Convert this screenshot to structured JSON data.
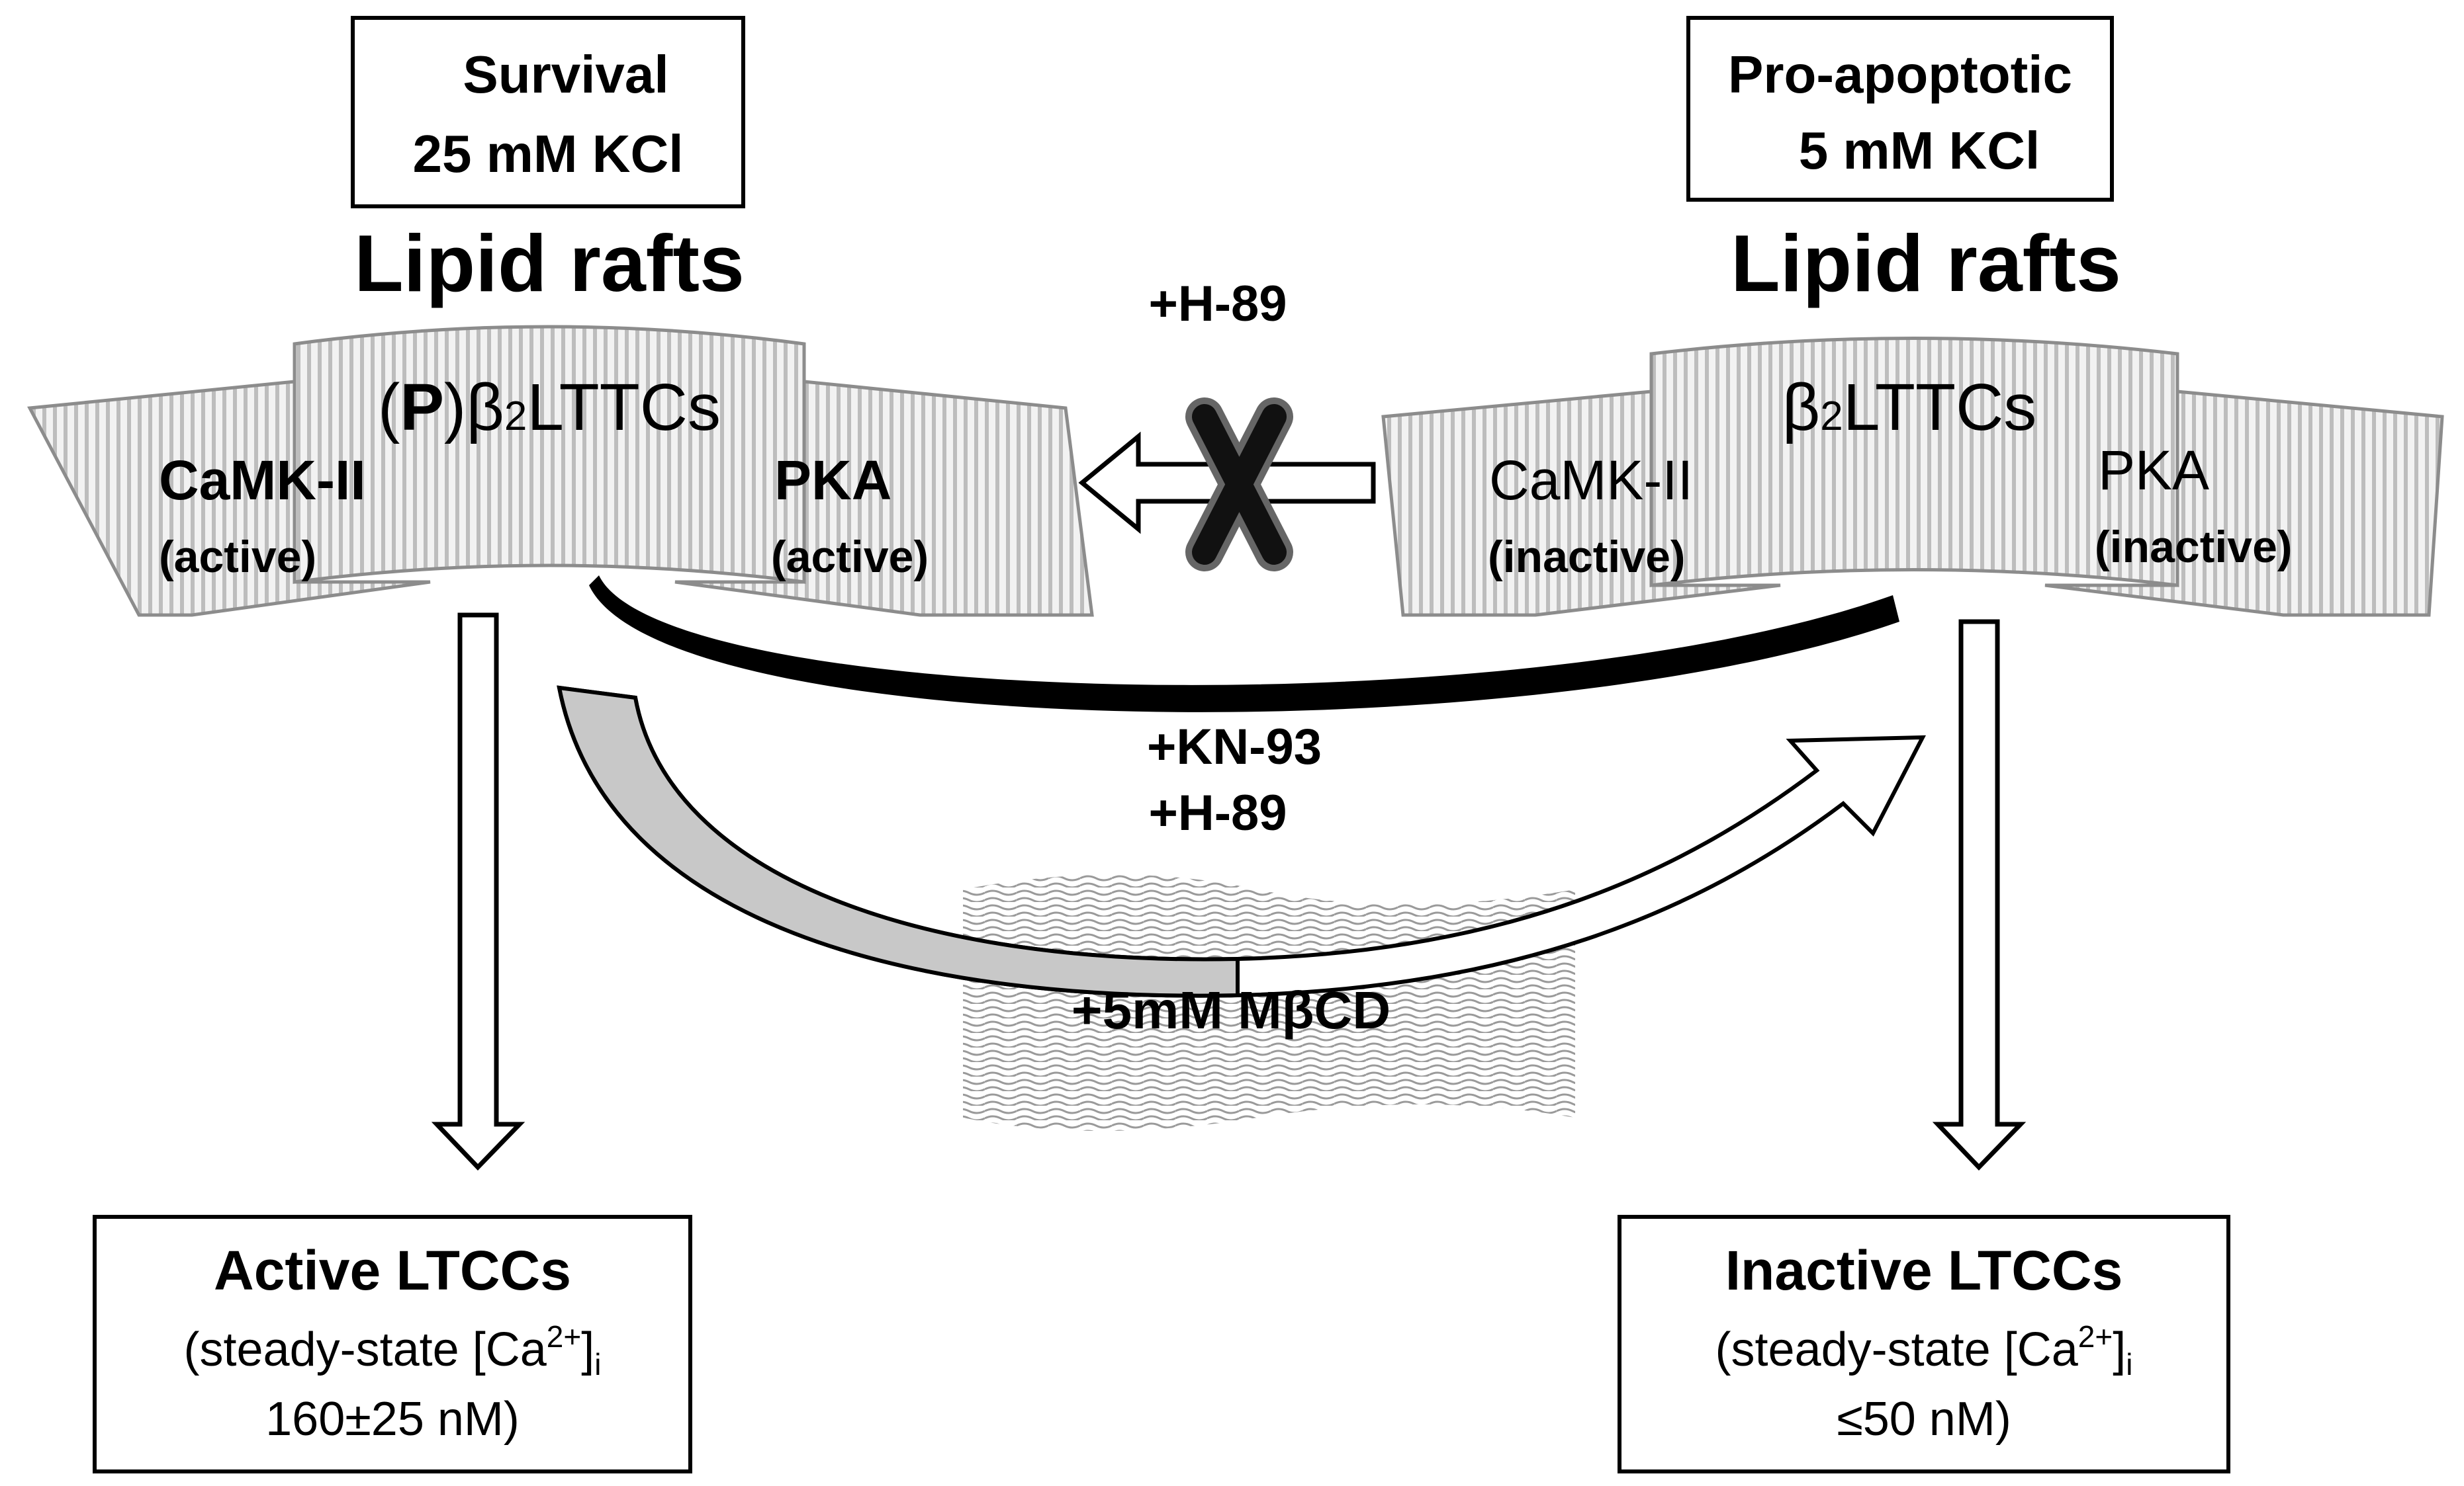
{
  "left_condition": {
    "line1": "Survival",
    "line2": "25 mM KCl"
  },
  "right_condition": {
    "line1": "Pro-apoptotic",
    "line2": "5 mM KCl"
  },
  "left_rafts_title": "Lipid rafts",
  "right_rafts_title": "Lipid rafts",
  "left_channel": {
    "prefix_open": "(",
    "phospho": "P",
    "prefix_close": ")",
    "beta": "β",
    "sub": "2",
    "name": "LTTCs"
  },
  "right_channel": {
    "beta": "β",
    "sub": "2",
    "name": "LTTCs"
  },
  "left_camk": {
    "name": "CaMK-II",
    "state": "(active)"
  },
  "left_pka": {
    "name": "PKA",
    "state": "(active)"
  },
  "right_camk": {
    "name": "CaMK-II",
    "state": "(inactive)"
  },
  "right_pka": {
    "name": "PKA",
    "state": "(inactive)"
  },
  "top_arrow_label": "+H-89",
  "middle_label_1": "+KN-93",
  "middle_label_2": "+H-89",
  "bottom_label": "+5mM MβCD",
  "left_outcome": {
    "title": "Active LTCCs",
    "line2_pre": "(steady-state [Ca",
    "line2_sup": "2+",
    "line2_close": "]",
    "line2_sub": "i",
    "line3": "160±25 nM)"
  },
  "right_outcome": {
    "title": "Inactive LTCCs",
    "line2_pre": "(steady-state [Ca",
    "line2_sup": "2+",
    "line2_close": "]",
    "line2_sub": "i",
    "line3": "≤50 nM)"
  },
  "colors": {
    "ribbon_fill": "#d9d9d9",
    "ribbon_stroke": "#8c8c8c",
    "grey_arrow": "#c8c8c8",
    "cross": "#111111"
  }
}
